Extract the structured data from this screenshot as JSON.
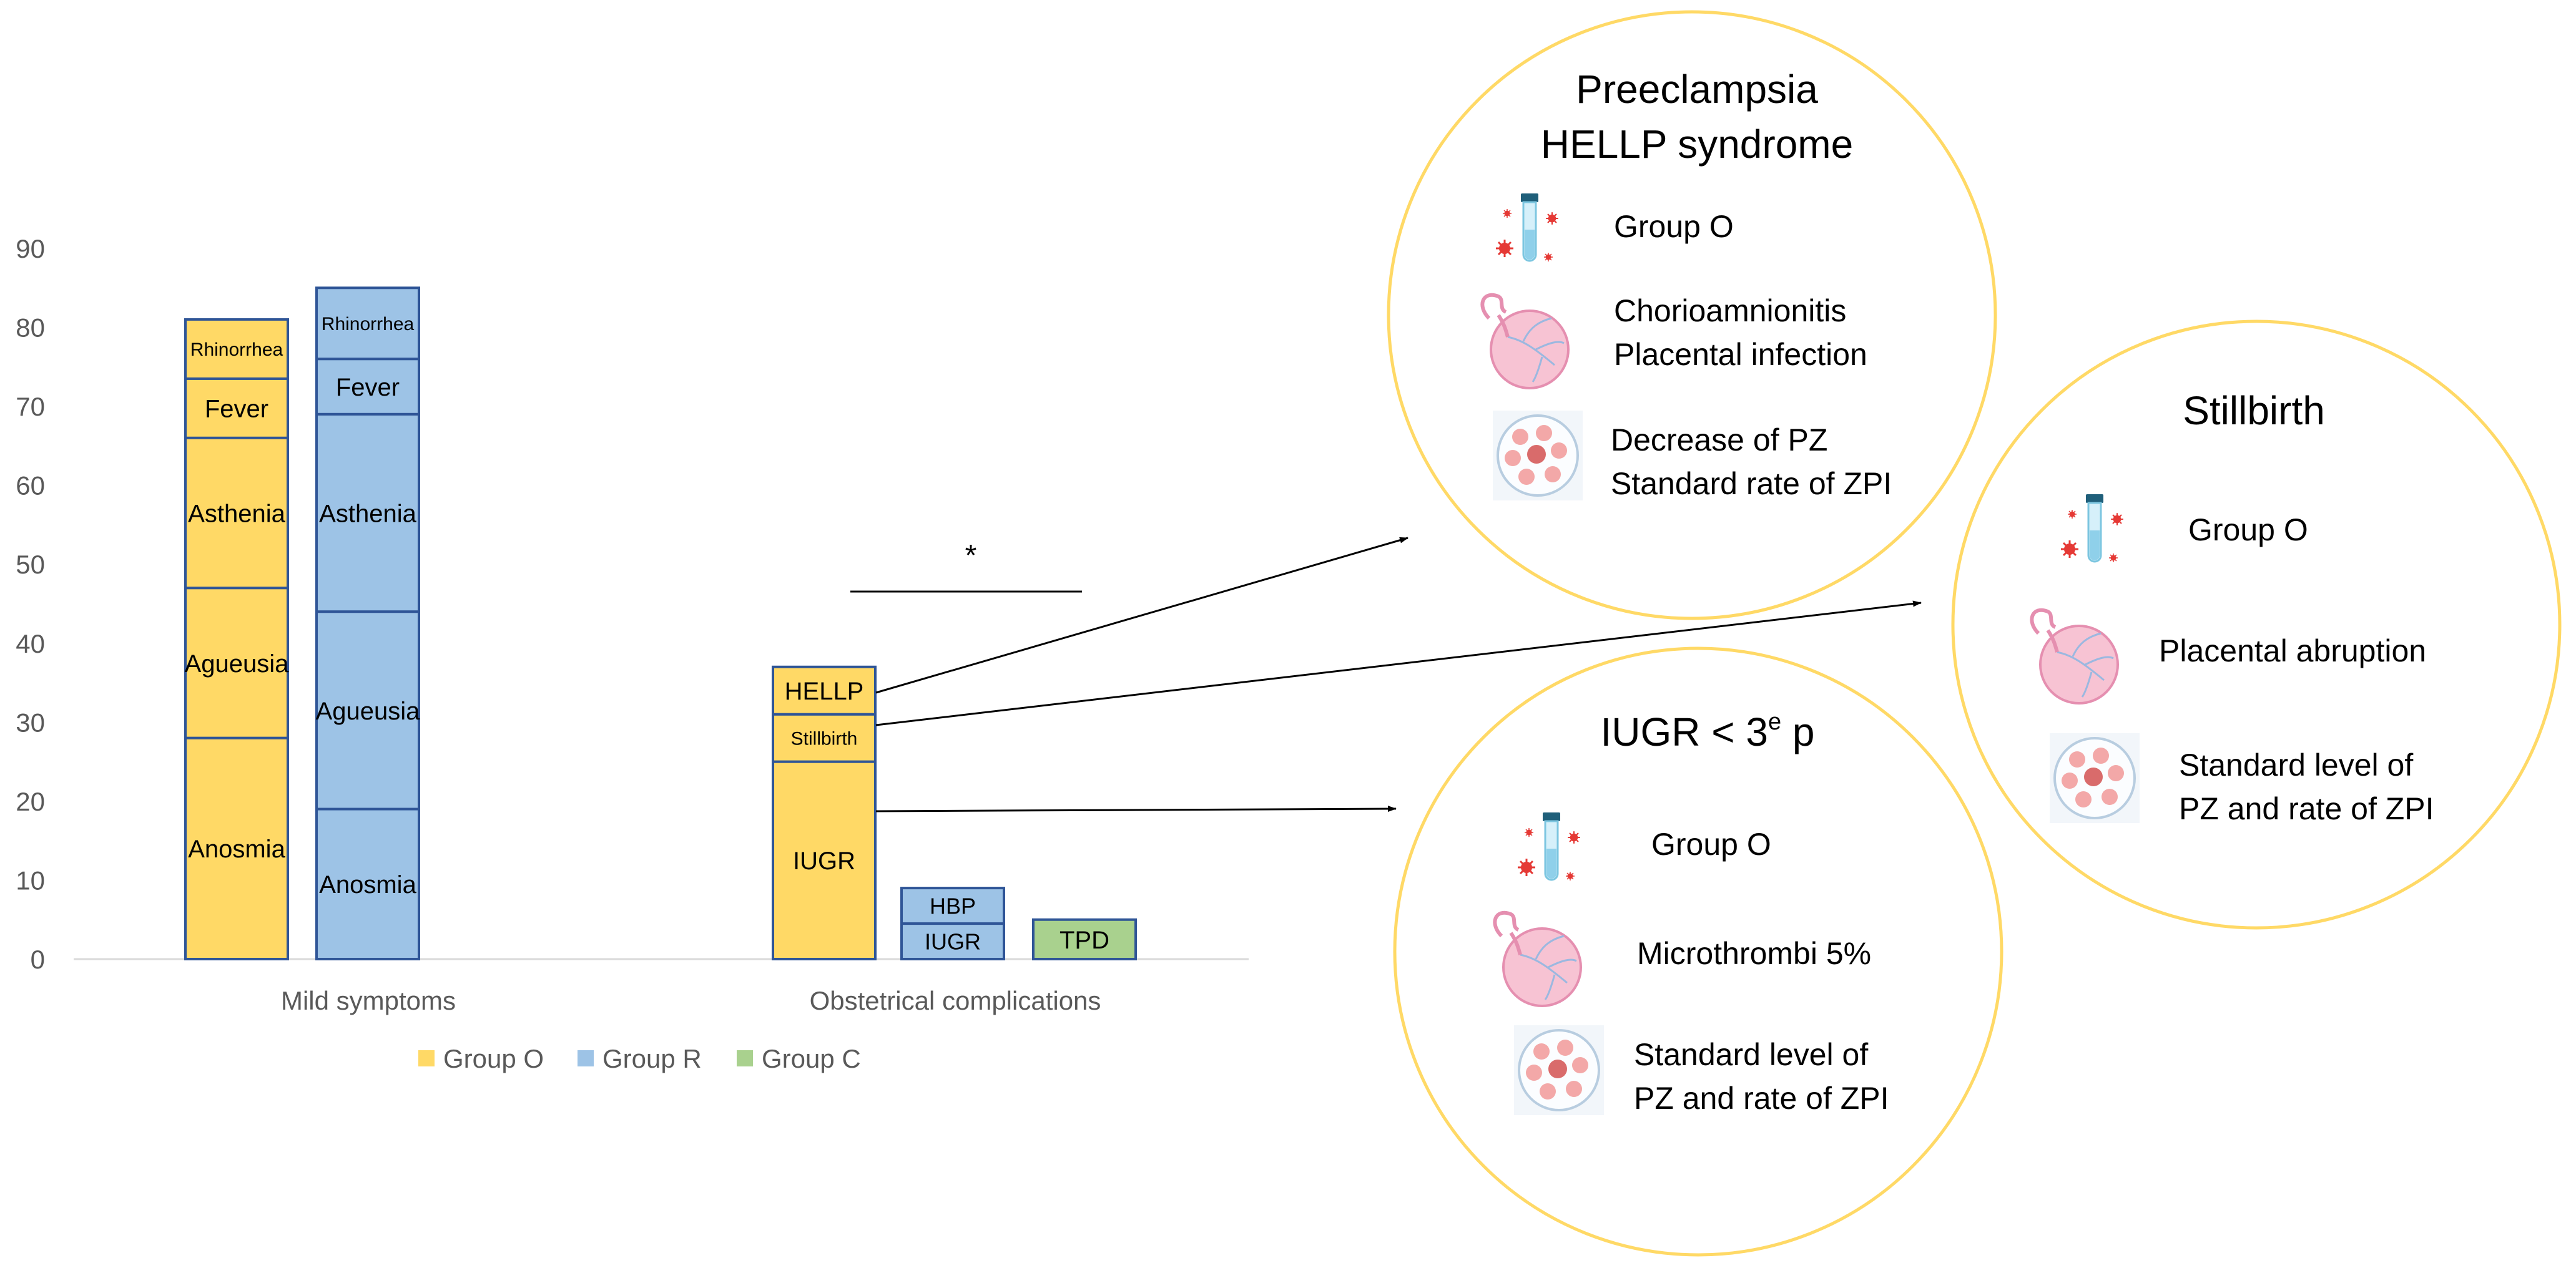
{
  "chart_data": {
    "type": "bar",
    "stacked": true,
    "categories": [
      "Mild symptoms",
      "Obstetrical complications"
    ],
    "ylim": [
      0,
      90
    ],
    "yticks": [
      0,
      10,
      20,
      30,
      40,
      50,
      60,
      70,
      80,
      90
    ],
    "grid": false,
    "legend_position": "bottom",
    "groups": [
      {
        "name": "Group O",
        "color": "#ffd966"
      },
      {
        "name": "Group R",
        "color": "#9dc3e6"
      },
      {
        "name": "Group C",
        "color": "#a9d18e"
      }
    ],
    "bars": [
      {
        "category": "Mild symptoms",
        "group": "Group O",
        "segments": [
          {
            "label": "Anosmia",
            "value": 28
          },
          {
            "label": "Agueusia",
            "value": 19
          },
          {
            "label": "Asthenia",
            "value": 19
          },
          {
            "label": "Fever",
            "value": 7.5
          },
          {
            "label": "Rhinorrhea",
            "value": 7.5
          }
        ]
      },
      {
        "category": "Mild symptoms",
        "group": "Group R",
        "segments": [
          {
            "label": "Anosmia",
            "value": 19
          },
          {
            "label": "Agueusia",
            "value": 25
          },
          {
            "label": "Asthenia",
            "value": 25
          },
          {
            "label": "Fever",
            "value": 7
          },
          {
            "label": "Rhinorrhea",
            "value": 9
          }
        ]
      },
      {
        "category": "Obstetrical complications",
        "group": "Group O",
        "segments": [
          {
            "label": "IUGR",
            "value": 25
          },
          {
            "label": "Stillbirth",
            "value": 6
          },
          {
            "label": "HELLP",
            "value": 6
          }
        ]
      },
      {
        "category": "Obstetrical complications",
        "group": "Group R",
        "segments": [
          {
            "label": "IUGR",
            "value": 4.5
          },
          {
            "label": "HBP",
            "value": 4.5
          }
        ]
      },
      {
        "category": "Obstetrical complications",
        "group": "Group C",
        "segments": [
          {
            "label": "TPD",
            "value": 5
          }
        ]
      }
    ],
    "significance": {
      "symbol": "*",
      "value": 46.5
    }
  },
  "circles": [
    {
      "id": "preeclampsia",
      "title_lines": [
        "Preeclampsia",
        "HELLP syndrome"
      ],
      "items": [
        {
          "icon": "test-tube-virus-icon",
          "lines": [
            "Group O"
          ]
        },
        {
          "icon": "placenta-icon",
          "lines": [
            "Chorioamnionitis",
            "Placental infection"
          ]
        },
        {
          "icon": "cells-dish-icon",
          "lines": [
            "Decrease of PZ",
            "Standard rate of ZPI"
          ]
        }
      ]
    },
    {
      "id": "stillbirth",
      "title_lines": [
        "Stillbirth"
      ],
      "items": [
        {
          "icon": "test-tube-virus-icon",
          "lines": [
            "Group O"
          ]
        },
        {
          "icon": "placenta-icon",
          "lines": [
            "Placental abruption"
          ]
        },
        {
          "icon": "cells-dish-icon",
          "lines": [
            "Standard level of",
            "PZ and rate of ZPI"
          ]
        }
      ]
    },
    {
      "id": "iugr",
      "title_main": "IUGR < 3",
      "title_sup": "e",
      "title_tail": " p",
      "items": [
        {
          "icon": "test-tube-virus-icon",
          "lines": [
            "Group O"
          ]
        },
        {
          "icon": "placenta-icon",
          "lines": [
            "Microthrombi 5%"
          ]
        },
        {
          "icon": "cells-dish-icon",
          "lines": [
            "Standard level of",
            "PZ and rate of ZPI"
          ]
        }
      ]
    }
  ],
  "colors": {
    "circle_border": "#ffd966",
    "bar_border": "#2f5597",
    "axis_text": "#595959",
    "axis_line": "#d9d9d9",
    "arrow": "#000000",
    "placenta": "#f4b6c8",
    "cells": "#e78f8f",
    "tube": "#9dd4ea",
    "virus": "#e53935"
  }
}
